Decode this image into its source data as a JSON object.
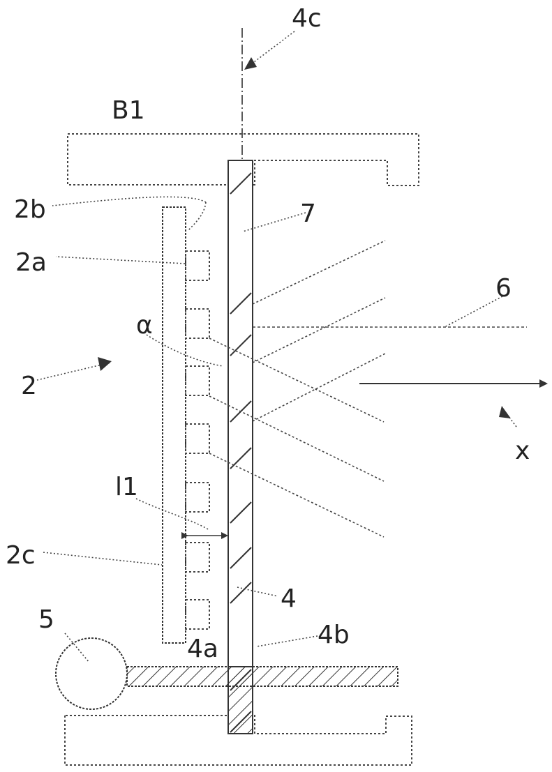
{
  "labels": {
    "l_4c": "4c",
    "l_b1": "B1",
    "l_2b": "2b",
    "l_7": "7",
    "l_2a": "2a",
    "l_6": "6",
    "l_alpha": "α",
    "l_2": "2",
    "l_x": "x",
    "l_11": "l1",
    "l_2c": "2c",
    "l_4": "4",
    "l_5": "5",
    "l_4a": "4a",
    "l_4b": "4b"
  }
}
